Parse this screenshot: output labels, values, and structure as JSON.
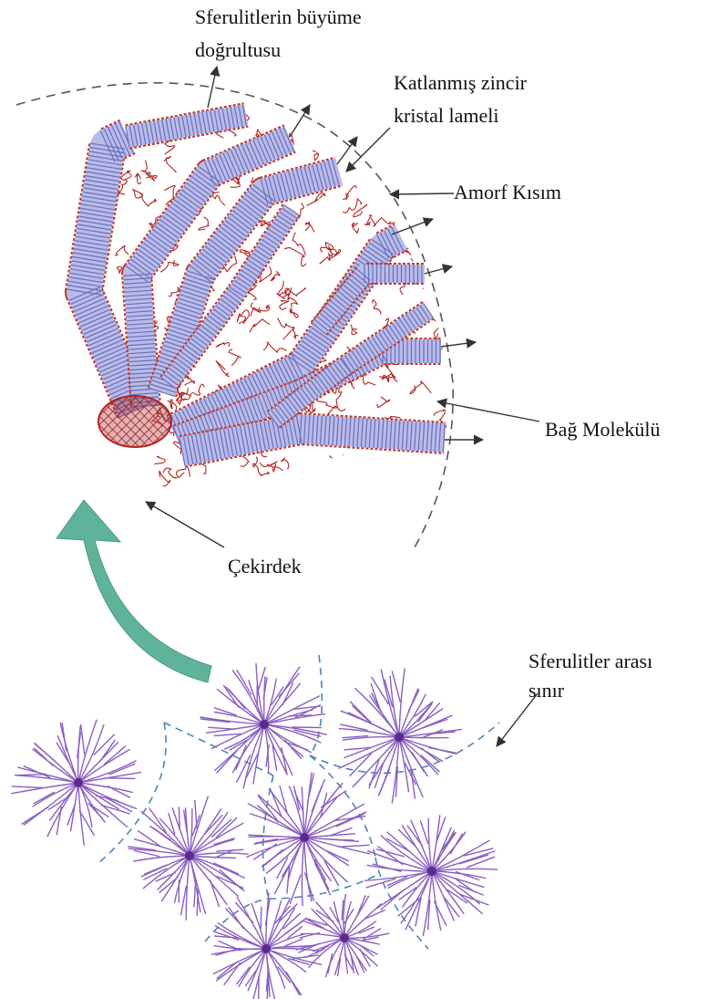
{
  "labels": {
    "growth_direction_line1": "Sferulitlerin büyüme",
    "growth_direction_line2": "doğrultusu",
    "lamella_line1": "Katlanmış zincir",
    "lamella_line2": "kristal lameli",
    "amorphous": "Amorf Kısım",
    "tie_molecule": "Bağ Molekülü",
    "nucleus": "Çekirdek",
    "boundary_line1": "Sferulitler arası",
    "boundary_line2": "sınır"
  },
  "colors": {
    "lamella_fill": "#b9bcea",
    "lamella_edge": "#c0392b",
    "amorphous_chains": "#b22222",
    "nucleus": "#b22222",
    "curved_arrow": "#5fb39b",
    "spherulite_arms": "#8a5fc0",
    "boundary": "#4a86b8"
  }
}
